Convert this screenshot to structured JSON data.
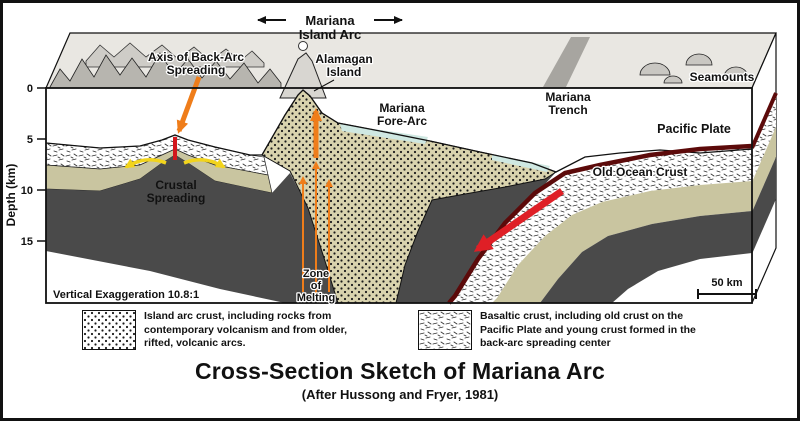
{
  "header": {
    "arc_line1": "Mariana",
    "arc_line2": "Island Arc"
  },
  "diagram": {
    "labels": {
      "axis_back_arc_line1": "Axis of Back-Arc",
      "axis_back_arc_line2": "Spreading",
      "alamagan_line1": "Alamagan",
      "alamagan_line2": "Island",
      "fore_arc_line1": "Mariana",
      "fore_arc_line2": "Fore-Arc",
      "trench_line1": "Mariana",
      "trench_line2": "Trench",
      "seamounts": "Seamounts",
      "pacific_plate": "Pacific Plate",
      "old_ocean_crust": "Old Ocean Crust",
      "crustal_spreading_line1": "Crustal",
      "crustal_spreading_line2": "Spreading",
      "zone_melting_line1": "Zone",
      "zone_melting_line2": "of",
      "zone_melting_line3": "Melting",
      "vertical_exaggeration": "Vertical Exaggeration 10.8:1",
      "scale_bar": "50 km"
    },
    "depth_axis": {
      "label": "Depth (km)",
      "ticks": [
        "0",
        "5",
        "10",
        "15"
      ]
    },
    "colors": {
      "mantle_dark": "#4a4a4a",
      "basaltic_olive": "#c9c5a0",
      "arc_crust_tan": "#d9d3ae",
      "old_crust_dark_red": "#5c0a0a",
      "arrow_red": "#df1f26",
      "arrow_orange": "#ef7d1a",
      "arrow_yellow": "#f2d41c",
      "forearc_teal": "#cfe8e2",
      "terrain_gray": "#b7b5af",
      "top_face_gray": "#e9e7e2"
    }
  },
  "legend": {
    "items": [
      {
        "name": "island-arc-crust",
        "text": "Island arc crust, including rocks from contemporary volcanism and from older, rifted, volcanic arcs."
      },
      {
        "name": "basaltic-crust",
        "text": "Basaltic crust, including old crust on the Pacific Plate and young crust formed in the back-arc spreading center"
      }
    ]
  },
  "footer": {
    "title": "Cross-Section Sketch of Mariana Arc",
    "subtitle": "(After Hussong and Fryer, 1981)"
  }
}
